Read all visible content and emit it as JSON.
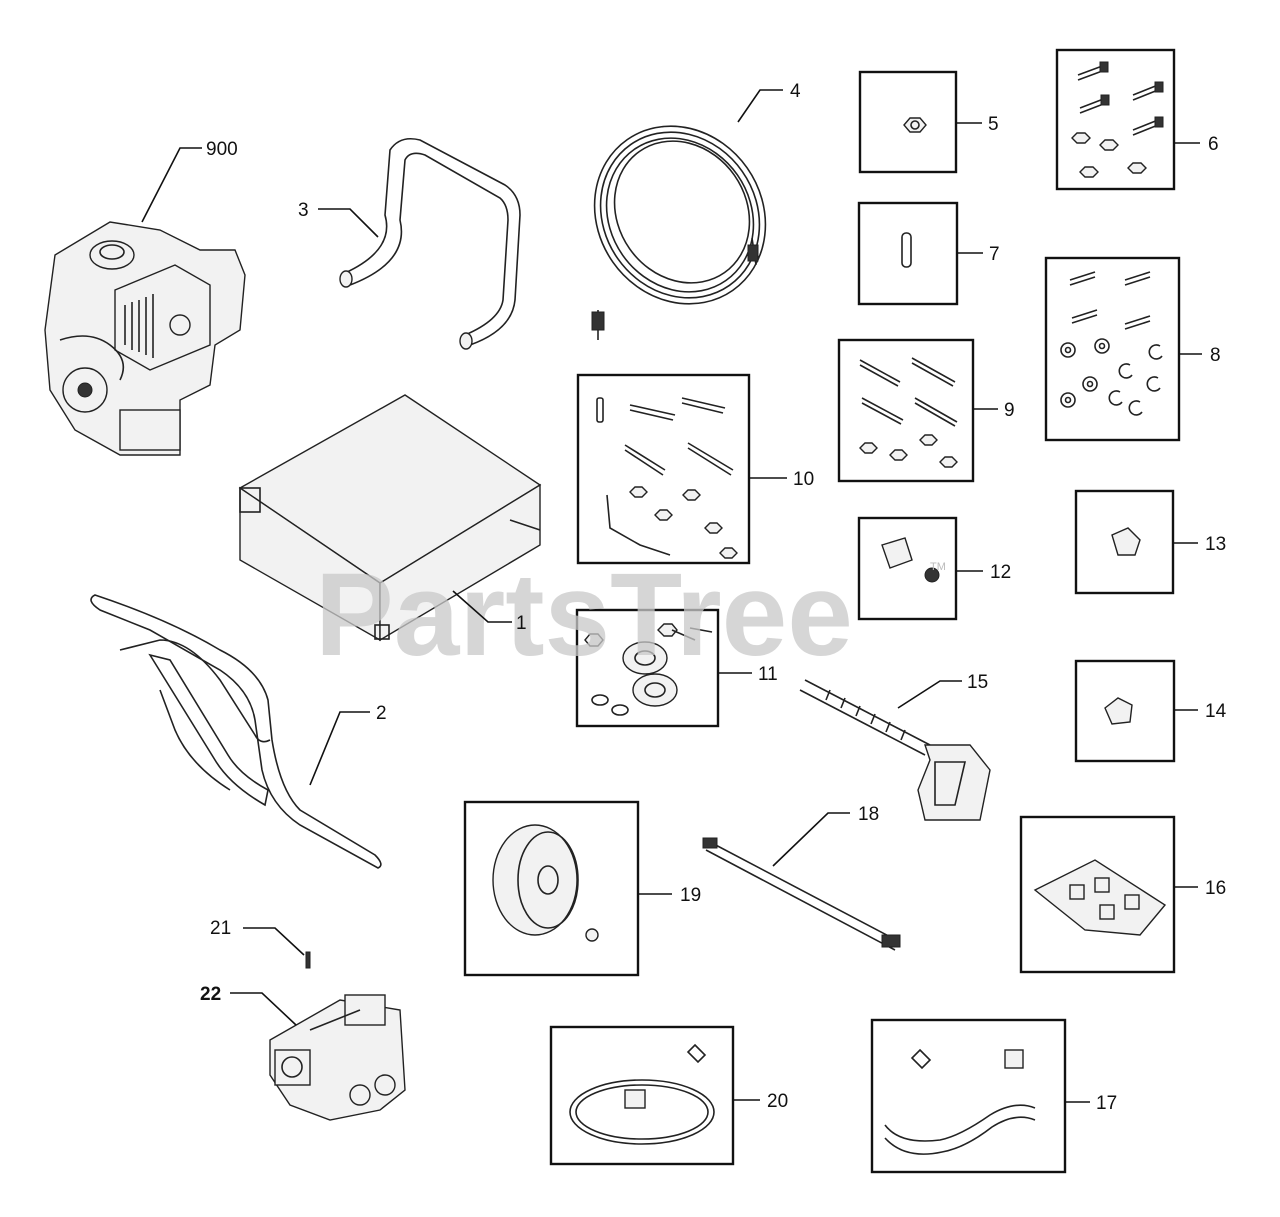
{
  "watermark": {
    "text": "PartsTree",
    "trademark": "TM"
  },
  "callouts": {
    "c900": "900",
    "c3": "3",
    "c4": "4",
    "c5": "5",
    "c6": "6",
    "c7": "7",
    "c8": "8",
    "c9": "9",
    "c10": "10",
    "c1": "1",
    "c2": "2",
    "c11": "11",
    "c12": "12",
    "c13": "13",
    "c14": "14",
    "c15": "15",
    "c16": "16",
    "c17": "17",
    "c18": "18",
    "c19": "19",
    "c20": "20",
    "c21": "21",
    "c22": "22"
  }
}
